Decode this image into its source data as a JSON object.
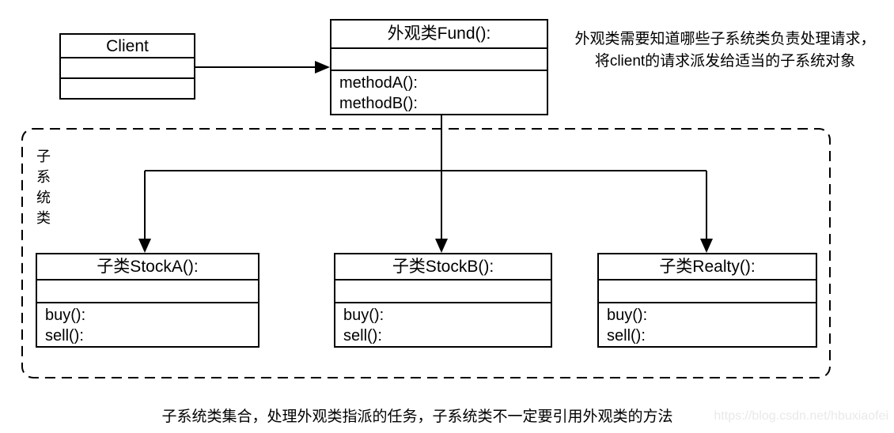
{
  "diagram": {
    "client_class": {
      "title": "Client"
    },
    "facade_class": {
      "title": "外观类Fund():",
      "methods": [
        "methodA():",
        "methodB():"
      ]
    },
    "subsystem_container": {
      "label": "子系统类"
    },
    "subsystem_classes": [
      {
        "title": "子类StockA():",
        "methods": [
          "buy():",
          "sell():"
        ]
      },
      {
        "title": "子类StockB():",
        "methods": [
          "buy():",
          "sell():"
        ]
      },
      {
        "title": "子类Realty():",
        "methods": [
          "buy():",
          "sell():"
        ]
      }
    ],
    "annotations": {
      "facade_note_line1": "外观类需要知道哪些子系统类负责处理请求，",
      "facade_note_line2": "将client的请求派发给适当的子系统对象",
      "bottom_caption": "子系统类集合，处理外观类指派的任务，子系统类不一定要引用外观类的方法"
    },
    "watermark": "https://blog.csdn.net/hbuxiaofei",
    "colors": {
      "line": "#000000",
      "background": "#ffffff",
      "watermark": "#e9e9e9"
    }
  }
}
